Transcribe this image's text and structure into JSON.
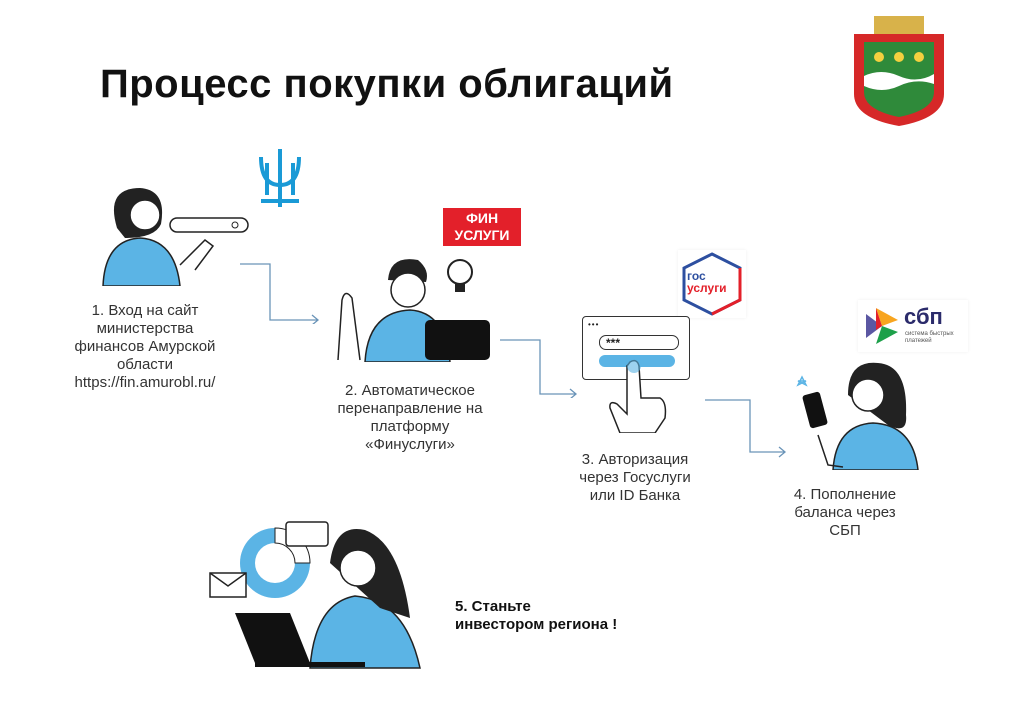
{
  "title": "Процесс покупки облигаций",
  "logos": {
    "finuslugi": [
      "ФИН",
      "УСЛУГИ"
    ],
    "gosuslugi": [
      "гос",
      "услуги"
    ],
    "sbp": {
      "name": "сбп",
      "subtitle": "система быстрых платежей"
    },
    "search_field": "",
    "password_field": "***"
  },
  "steps": [
    {
      "lines": [
        "1. Вход на  сайт",
        "министерства",
        "финансов  Амурской",
        "области",
        "https://fin.amurobl.ru/"
      ]
    },
    {
      "lines": [
        "2. Автоматическое",
        "перенаправление  на",
        "платформу",
        "«Финуслуги»"
      ]
    },
    {
      "lines": [
        "3. Авторизация",
        "через Госуслуги",
        "или  ID  Банка"
      ]
    },
    {
      "lines": [
        "4. Пополнение",
        "баланса через",
        "СБП"
      ]
    },
    {
      "lines": [
        "5. Станьте",
        "инвестором региона !"
      ]
    }
  ],
  "colors": {
    "accent_blue": "#5bb4e5",
    "arrow": "#6a94b8",
    "fin_red": "#e3202a",
    "logo_blue": "#1a9ad6"
  }
}
